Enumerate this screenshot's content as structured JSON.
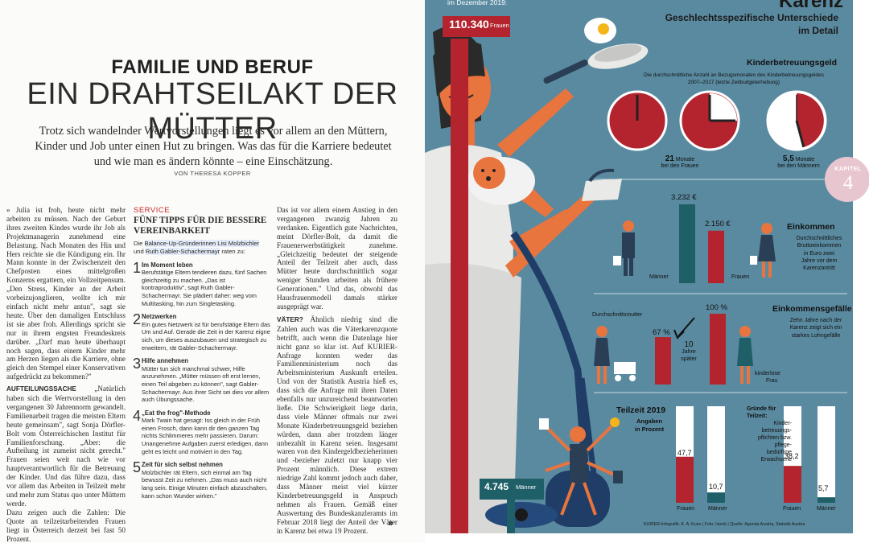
{
  "article": {
    "kicker": "FAMILIE UND BERUF",
    "headline": "EIN DRAHTSEILAKT DER MÜTTER",
    "lead": "Trotz sich wandelnder Wertvorstellungen liegt es vor allem an den Müttern, Kinder und Job unter einen Hut zu bringen. Was das für die Karriere bedeutet und wie man es ändern könnte – eine Einschätzung.",
    "byline": "VON THERESA KOPPER",
    "col1_p1": "» Julia ist froh, heute nicht mehr arbeiten zu müssen. Nach der Geburt ihres zweiten Kindes wurde ihr Job als Projektmanagerin zunehmend eine Belastung. Nach Monaten des Hin und Hers reichte sie die Kündigung ein. Ihr Mann konnte in der Zwischenzeit den Chefposten eines mittelgroßen Konzerns ergattern, ein Vollzeitpensum. „Den Stress, Kinder an der Arbeit vorbeizujonglieren, wollte ich mir einfach nicht mehr antun\", sagt sie heute. Über den damaligen Entschluss ist sie aber froh. Allerdings spricht sie nur in ihrem engsten Freundeskreis darüber. „Darf man heute überhaupt noch sagen, dass einem Kinder mehr am Herzen liegen als die Karriere, ohne gleich den Stempel einer Konservativen aufgedrückt zu bekommen?\"",
    "col1_head": "AUFTEILUNGSSACHE",
    "col1_p2": " „Natürlich haben sich die Wertvorstellung in den vergangenen 30 Jahrennorm gewandelt. Familienarbeit tragen die meisten Eltern heute gemeinsam\", sagt Sonja Dörfler-Bolt vom Österreichischen Institut für Familienforschung. „Aber: die Aufteilung ist zumeist nicht gerecht.\" Frauen seien weit nach wie vor hauptverantwortlich für die Betreuung der Kinder. Und das führe dazu, dass vor allem das Arbeiten in Teilzeit mehr und mehr zum Status quo unter Müttern werde.",
    "col1_p3": "Dazu zeigen auch die Zahlen: Die Quote an teilzeitarbeitenden Frauen liegt in Österreich derzeit bei fast 50 Prozent.",
    "service": {
      "label": "SERVICE",
      "title": "FÜNF TIPPS FÜR DIE BESSERE VEREINBARKEIT",
      "intro_a": "Die ",
      "intro_hl1": "Balance-Up-Gründerinnen Lisi Molzbichler",
      "intro_b": " und ",
      "intro_hl2": "Ruth Gabler-Schachermayr",
      "intro_c": " raten zu:",
      "tips": [
        {
          "num": "1",
          "title": "Im Moment leben",
          "text": "Berufstätige Eltern tendieren dazu, fünf Sachen gleichzeitig zu machen. „Das ist kontraproduktiv\", sagt Ruth Gabler-Schachermayr. Sie plädiert daher: weg vom Multitasking, hin zum Singletasking."
        },
        {
          "num": "2",
          "title": "Netzwerken",
          "text": "Ein gutes Netzwerk ist für berufstätige Eltern das Um und Auf. Gerade die Zeit in der Karenz eigne sich, um dieses auszubauen und strategisch zu erweitern, rät Gabler-Schachermayr."
        },
        {
          "num": "3",
          "title": "Hilfe annehmen",
          "text": "Mütter tun sich manchmal schwer, Hilfe anzunehmen. „Mütter müssen oft erst lernen, einen Teil abgeben zu können\", sagt Gabler-Schachermayr. Aus ihrer Sicht sei dies vor allem auch Übungssache."
        },
        {
          "num": "4",
          "title": "„Eat the frog\"-Methode",
          "text": "Mark Twain hat gesagt: Iss gleich in der Früh einen Frosch, dann kann dir den ganzen Tag nichts Schlimmeres mehr passieren. Darum: Unangenehme Aufgaben zuerst erledigen, dann geht es leicht und motiviert in den Tag."
        },
        {
          "num": "5",
          "title": "Zeit für sich selbst nehmen",
          "text": "Molzbichler rät Eltern, sich einmal am Tag bewusst Zeit zu nehmen. „Das muss auch nicht lang sein. Einige Minuten einfach abzuschalten, kann schon Wunder wirken.\""
        }
      ]
    },
    "col3_p1": "Das ist vor allem einem Anstieg in den vergangenen zwanzig Jahren zu verdanken. Eigentlich gute Nachrichten, meint Dörfler-Bolt, da damit die Frauenerwerbstätigkeit zunehme. „Gleichzeitig bedeutet der steigende Anteil der Teilzeit aber auch, dass Mütter heute durchschnittlich sogar weniger Stunden arbeiten als frühere Generationen.\" Und das, obwohl das Hausfrauenmodell damals stärker ausgeprägt war.",
    "col3_head": "VÄTER?",
    "col3_p2": " Ähnlich niedrig sind die Zahlen auch was die Väterkarenzquote betrifft, auch wenn die Datenlage hier nicht ganz so klar ist. Auf KURIER-Anfrage konnten weder das Familienministerium noch das Arbeitsministerium Auskunft erteilen. Und von der Statistik Austria hieß es, dass sich die Anfrage mit ihren Daten ebenfalls nur unzureichend beantworten ließe. Die Schwierigkeit liege darin, dass viele Männer oftmals nur zwei Monate Kinderbetreuungsgeld beziehen würden, dann aber trotzdem länger unbezahlt in Karenz seien. Insgesamt waren von den Kindergeldbezieherinnen und -bezieher zuletzt nur knapp vier Prozent männlich. Diese extrem niedrige Zahl kommt jedoch auch daher, dass Männer meist viel kürzer Kinderbetreuungsgeld in Anspruch nehmen als Frauen. Gemäß einer Auswertung des Bundeskanzleramts im Februar 2018 liegt der Anteil der Väter in Karenz bei etwa 19 Prozent.",
    "end_mark": "»"
  },
  "infographic": {
    "top_left": "im Dezember 2019:",
    "title": "Karenz",
    "subtitle_1": "Geschlechtsspezifische Unterschiede",
    "subtitle_2": "im Detail",
    "women_count": "110.340",
    "women_label": "Frauen",
    "men_count": "4.745",
    "men_label": "Männer",
    "chapter_word": "KAPITEL",
    "chapter_num": "4",
    "kbg": {
      "heading": "Kinderbetreuungsgeld",
      "desc_1": "Die durchschnittliche Anzahl an Bezugsmonaten des Kinderbetreuungsgeldes",
      "desc_2": "2007–2017 (letzte Zeitbudgeterhebung)",
      "women_value": "21",
      "women_unit": "Monate",
      "women_label": "bei den Frauen",
      "men_value": "5,5",
      "men_unit": "Monate",
      "men_label": "bei den Männern"
    },
    "income": {
      "heading": "Einkommen",
      "desc": [
        "Durchschnittliches",
        "Bruttoeinkommen",
        "in Euro zwei",
        "Jahre vor dem",
        "Karenzantritt"
      ],
      "men_value": "3.232 €",
      "women_value": "2.150 €",
      "men_label": "Männer",
      "women_label": "Frauen"
    },
    "gap": {
      "heading": "Einkommensgefälle",
      "desc": [
        "Zehn Jahre nach der",
        "Karenz zeigt sich ein",
        "starkes Lohngefälle"
      ],
      "mother_label": "Durchschnittsmutter",
      "mother_value": "67 %",
      "childless_value": "100 %",
      "years_1": "10",
      "years_2": "Jahre",
      "years_3": "später",
      "childless_1": "kinderlose",
      "childless_2": "Frau"
    },
    "parttime": {
      "heading": "Teilzeit 2019",
      "sub_1": "Angaben",
      "sub_2": "in Prozent",
      "women_value": "47,7",
      "men_value": "10,7",
      "women_label": "Frauen",
      "men_label": "Männer",
      "reason_title": [
        "Gründe für",
        "Teilzeit:"
      ],
      "reason_text": [
        "Kinder-",
        "betreuungs-",
        "pflichten bzw.",
        "pflege-",
        "bedürftige",
        "Erwachsene"
      ],
      "women_value_2": "38,2",
      "men_value_2": "5,7",
      "women_label_2": "Frauen",
      "men_label_2": "Männer"
    },
    "credit": "KURIER-Infografik: K. A. Kunz | Foto: Istock | Quelle: Agenda Austria, Statistik Austria"
  },
  "colors": {
    "panel": "#5a8aa0",
    "red": "#b3242e",
    "navy": "#2a3f55",
    "teal": "#1f5f68",
    "skin": "#e8743e",
    "cream": "#f1ece0"
  },
  "chart_data": [
    {
      "type": "bar",
      "title": "Einkommen",
      "categories": [
        "Männer",
        "Frauen"
      ],
      "values": [
        3232,
        2150
      ],
      "ylabel": "",
      "xlabel": ""
    },
    {
      "type": "bar",
      "title": "Einkommensgefälle",
      "categories": [
        "Durchschnittsmutter",
        "kinderlose Frau"
      ],
      "values": [
        67,
        100
      ],
      "ylim": [
        0,
        100
      ]
    },
    {
      "type": "bar",
      "title": "Teilzeit 2019",
      "categories": [
        "Frauen",
        "Männer"
      ],
      "values": [
        47.7,
        10.7
      ],
      "ylim": [
        0,
        100
      ]
    },
    {
      "type": "bar",
      "title": "Gründe für Teilzeit",
      "categories": [
        "Frauen",
        "Männer"
      ],
      "values": [
        38.2,
        5.7
      ],
      "ylim": [
        0,
        100
      ]
    },
    {
      "type": "pie",
      "title": "Kinderbetreuungsgeld",
      "categories": [
        "Frauen",
        "Männer"
      ],
      "values": [
        21,
        5.5
      ]
    }
  ]
}
